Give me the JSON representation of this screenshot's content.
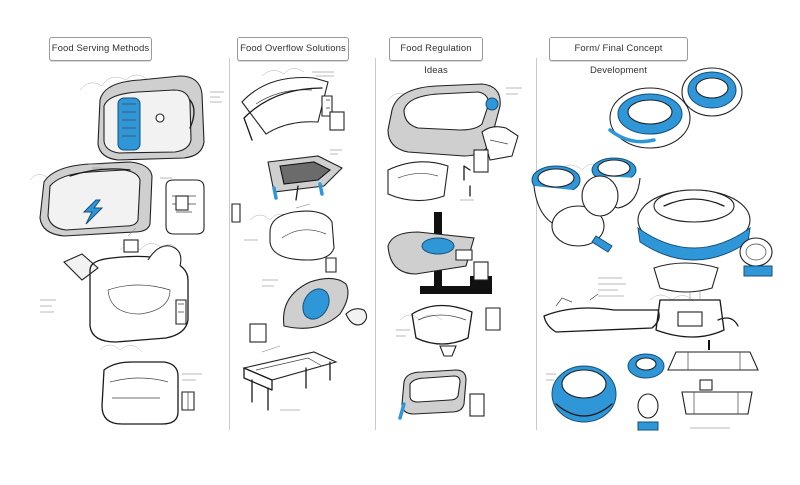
{
  "sections": [
    {
      "title": "Food Serving Methods"
    },
    {
      "title": "Food Overflow Solutions"
    },
    {
      "title": "Food Regulation Ideas"
    },
    {
      "title": "Form/ Final Concept Development"
    }
  ],
  "colors": {
    "accent_blue": "#2f97d8",
    "ink": "#1a1a1a",
    "shadow_gray": "#cfcfcf",
    "divider_gray": "#c9c9c9"
  }
}
